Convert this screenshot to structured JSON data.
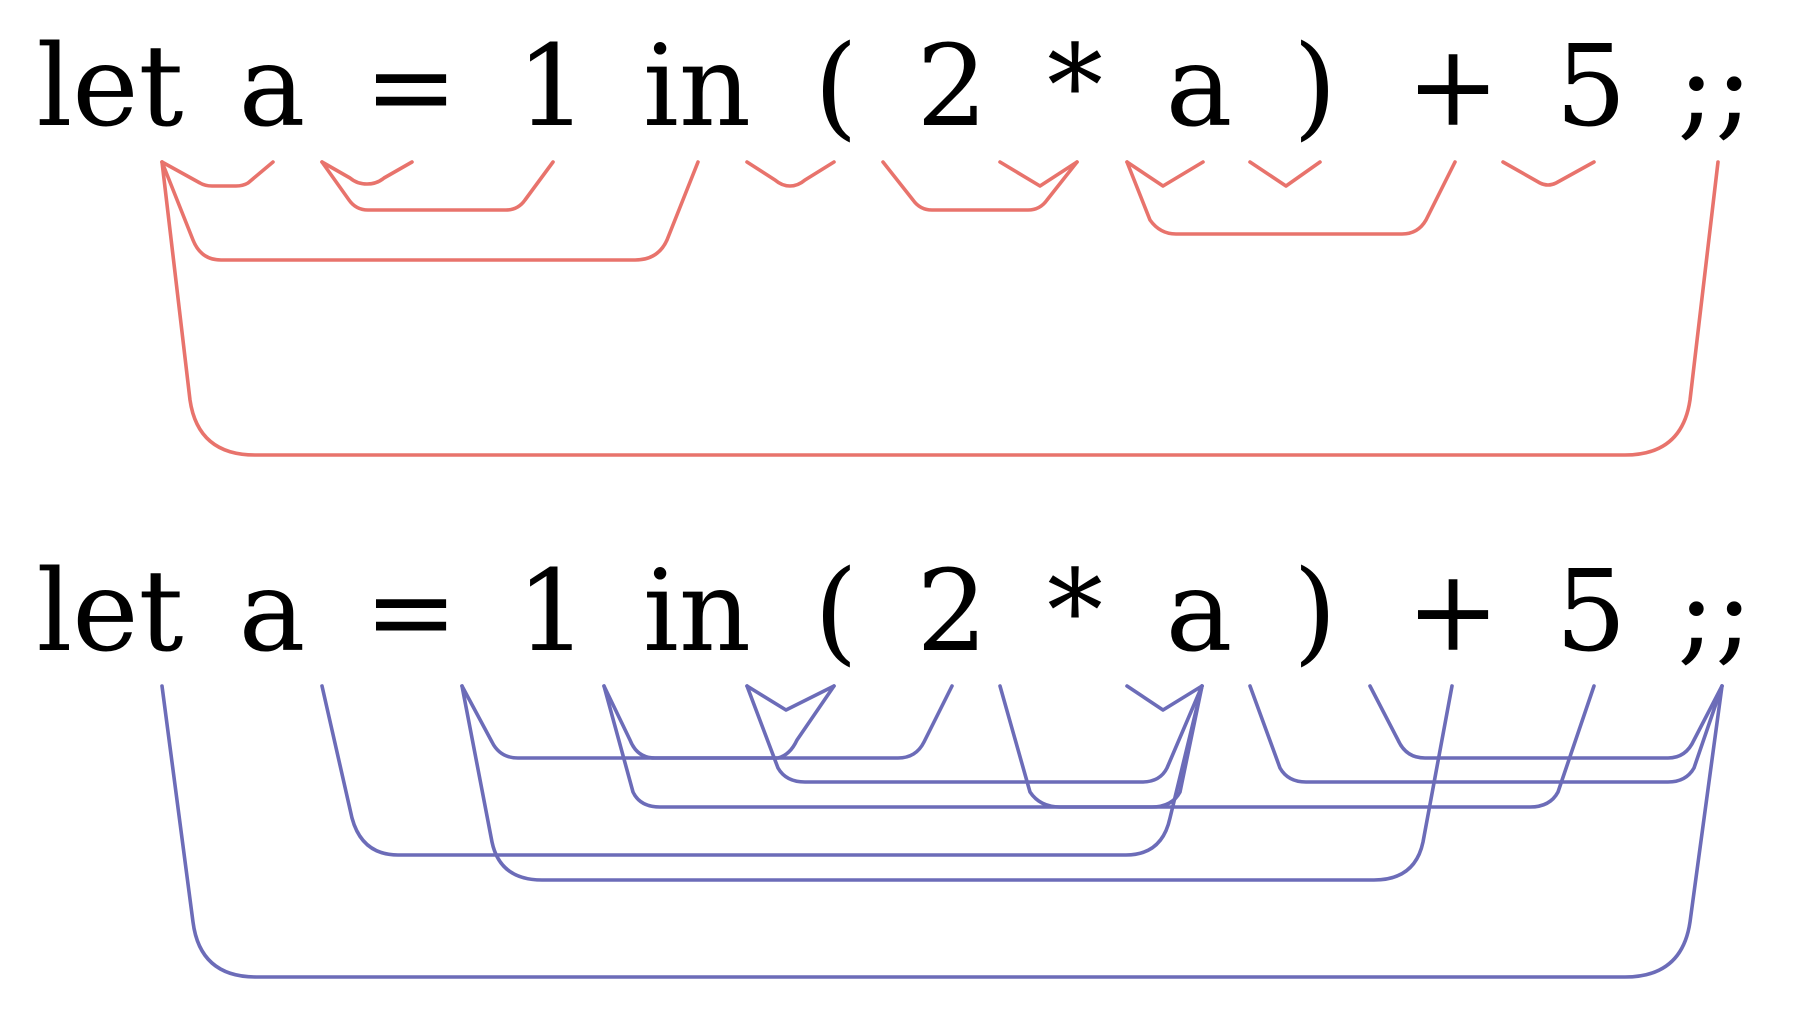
{
  "colors": {
    "top_edges": "#e8736c",
    "bottom_edges": "#6c6cb8",
    "text": "#000000",
    "background": "#ffffff"
  },
  "diagrams": [
    {
      "id": "top",
      "tokens": [
        "let",
        "a",
        "=",
        "1",
        "in",
        "(",
        "2",
        "*",
        "a",
        ")",
        "+",
        "5",
        ";;"
      ],
      "edge_color_key": "top_edges"
    },
    {
      "id": "bottom",
      "tokens": [
        "let",
        "a",
        "=",
        "1",
        "in",
        "(",
        "2",
        "*",
        "a",
        ")",
        "+",
        "5",
        ";;"
      ],
      "edge_color_key": "bottom_edges"
    }
  ]
}
